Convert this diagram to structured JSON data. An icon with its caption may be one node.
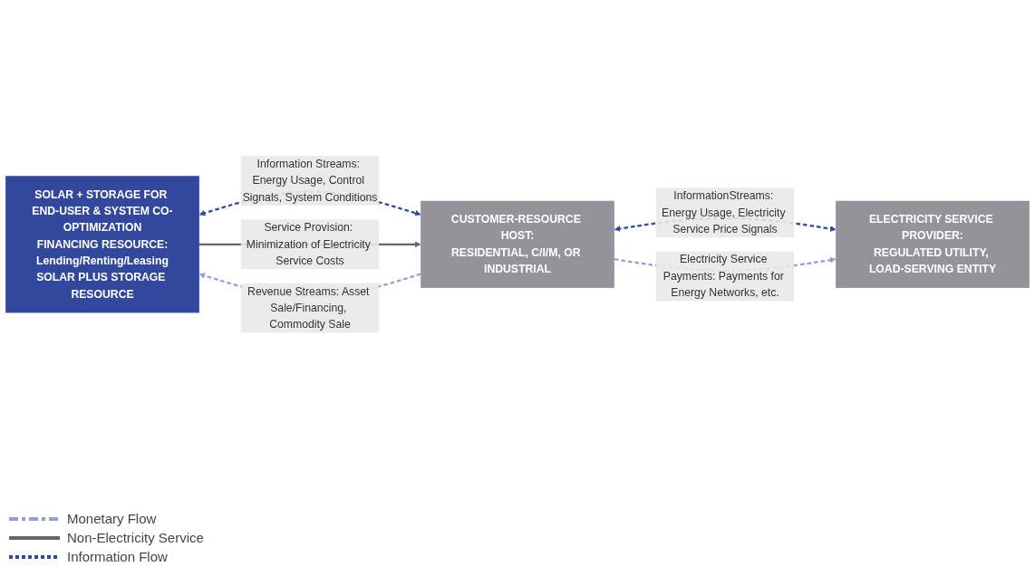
{
  "diagram": {
    "nodes": [
      {
        "text": [
          "ELECTRICITY SERVICE PROVIDER:",
          "REGULATED UTILITY, LOAD-SERVING ENTITY"
        ]
      },
      {
        "text": [
          "SOLAR + STORAGE FOR END-USER & SYSTEM CO-OPTIMIZATION",
          "FINANCING RESOURCE:",
          "Lending/Renting/Leasing",
          "SOLAR PLUS STORAGE RESOURCE"
        ]
      },
      {
        "text": [
          "CUSTOMER-RESOURCE HOST:",
          "RESIDENTIAL, C/I/M, OR INDUSTRIAL"
        ]
      }
    ],
    "edges": [
      {
        "from": 2,
        "to": 0,
        "arrow": "both",
        "style": "dashed",
        "color": "#2e4a9e",
        "label": "InformationStreams: Energy Usage, Electricity Service Price Signals"
      },
      {
        "from": 2,
        "to": 0,
        "arrow": "to",
        "style": "dashed",
        "color": "#8fa0d8",
        "label": "Electricity Service Payments: Payments for Energy Networks, etc."
      },
      {
        "from": 1,
        "to": 2,
        "arrow": "both",
        "style": "dashed",
        "color": "#2e4a9e",
        "label": "Information Streams: Energy Usage, Control Signals, System Conditions"
      },
      {
        "from": 2,
        "to": 1,
        "arrow": "to",
        "style": "dashed",
        "color": "#8fa0d8",
        "label": "Revenue Streams: Asset Sale/Financing, Commodity Sale"
      },
      {
        "from": 1,
        "to": 2,
        "arrow": "to",
        "color": "#666666",
        "label": "Service Provision: Minimization of Electricity Service Costs"
      }
    ],
    "legend": [
      {
        "text": "Monetary Flow"
      },
      {
        "text": "Non-Electricity Service"
      },
      {
        "text": "Information Flow"
      }
    ]
  }
}
